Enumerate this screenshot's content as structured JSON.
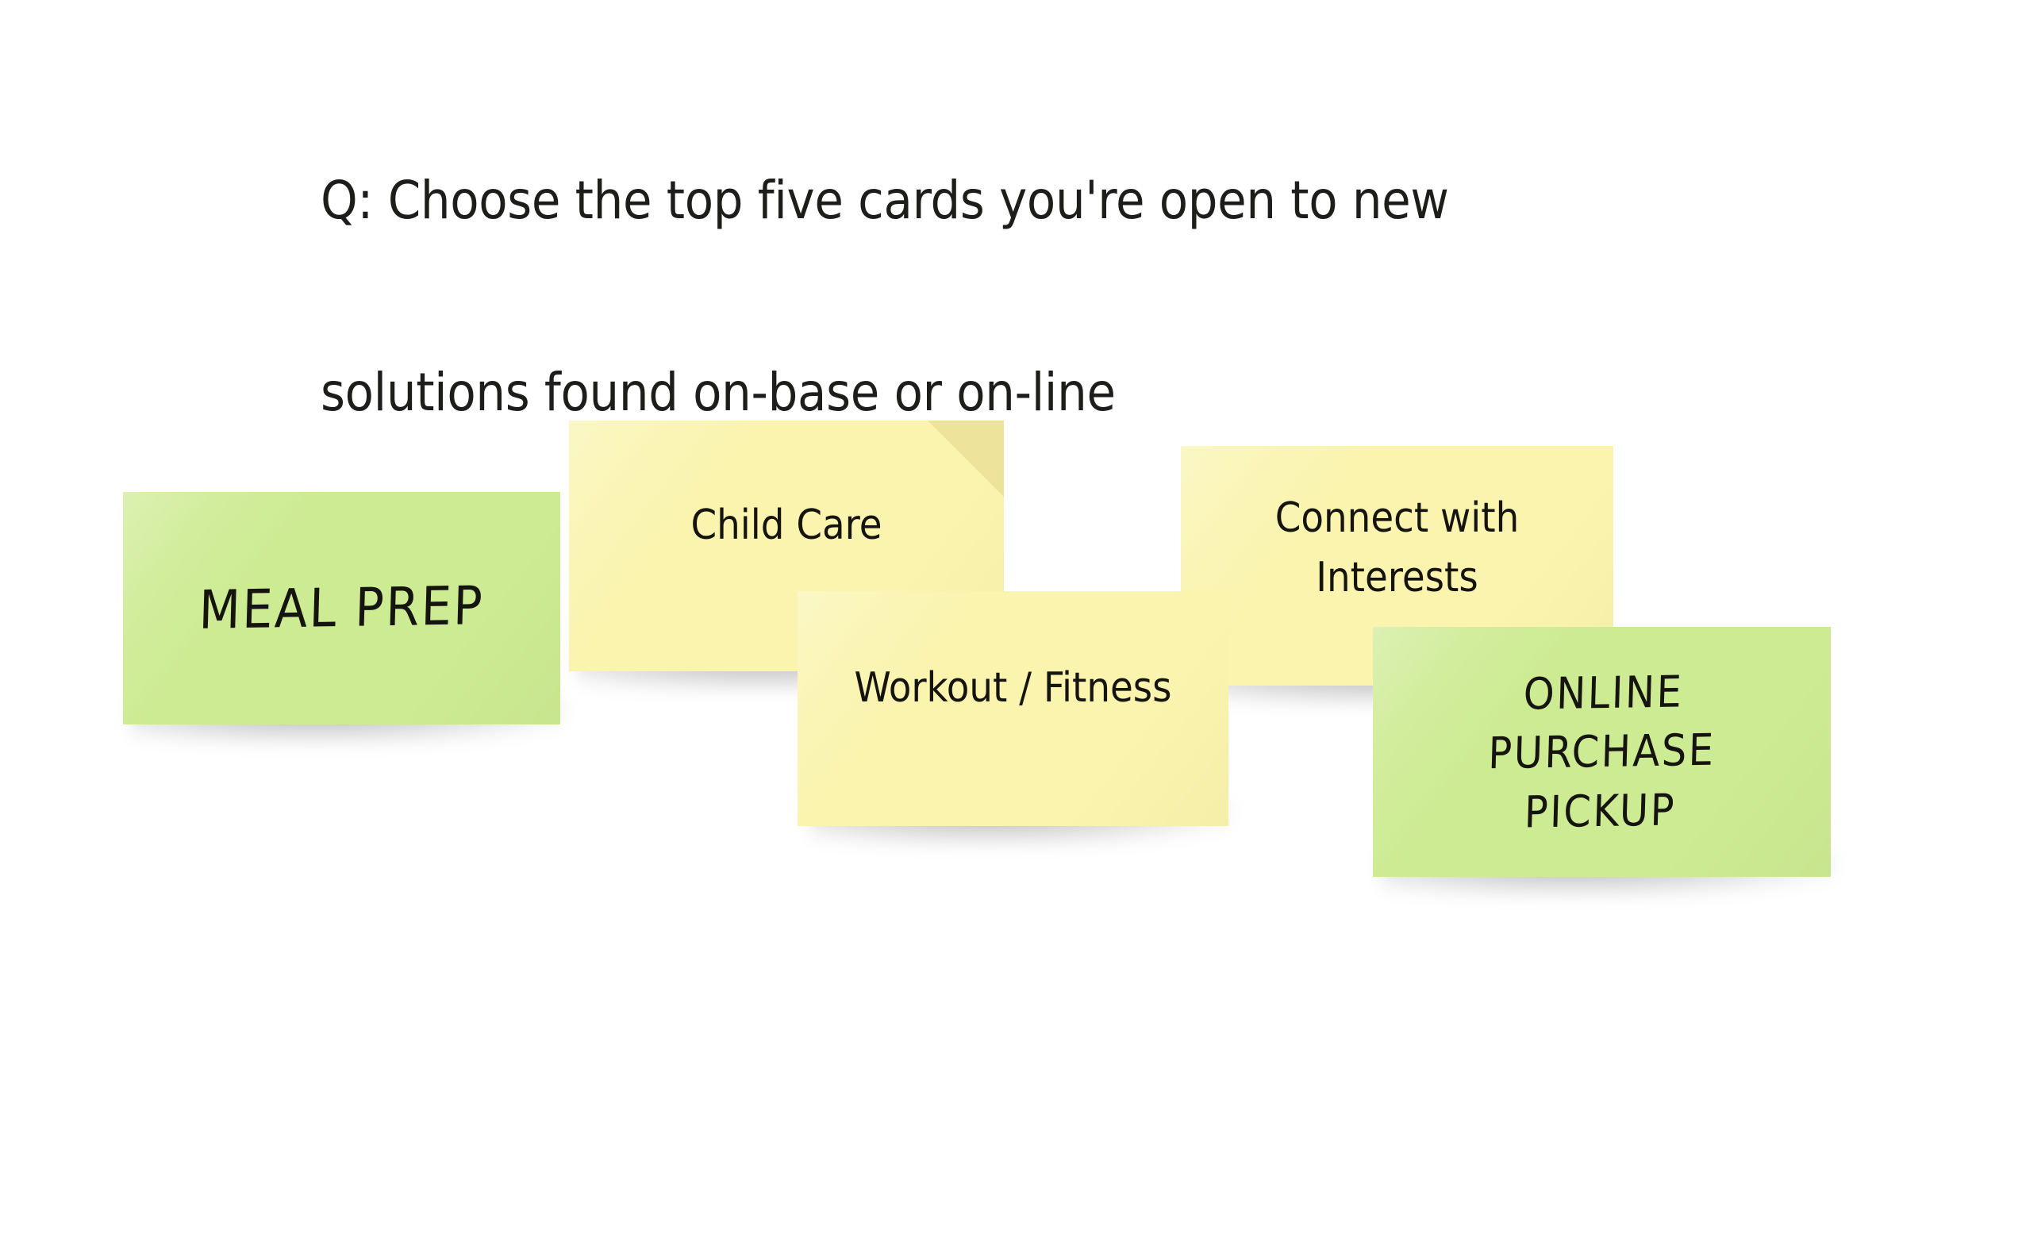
{
  "page": {
    "background_color": "#ffffff",
    "title_color": "#1d1d1b"
  },
  "question": {
    "line1": "Q: Choose the top five cards you're open to new",
    "line2": "solutions found on-base or on-line"
  },
  "palette": {
    "sticky_yellow": "#faf4ae",
    "sticky_green": "#cdeb92",
    "text_dark": "#15140f"
  },
  "notes": [
    {
      "id": "meal-prep",
      "label": "MEAL PREP",
      "color": "#cdeb92",
      "color_name": "green",
      "style": "handwritten"
    },
    {
      "id": "child-care",
      "label": "Child Care",
      "color": "#faf4ae",
      "color_name": "yellow",
      "style": "sans"
    },
    {
      "id": "workout-fitness",
      "label": "Workout / Fitness",
      "color": "#faf4ae",
      "color_name": "yellow",
      "style": "sans"
    },
    {
      "id": "connect-with-interests",
      "label": "Connect with\nInterests",
      "color": "#faf4ae",
      "color_name": "yellow",
      "style": "sans"
    },
    {
      "id": "online-purchase-pickup",
      "label": "ONLINE\nPURCHASE\nPICKUP",
      "color": "#cdeb92",
      "color_name": "green",
      "style": "handwritten"
    }
  ]
}
